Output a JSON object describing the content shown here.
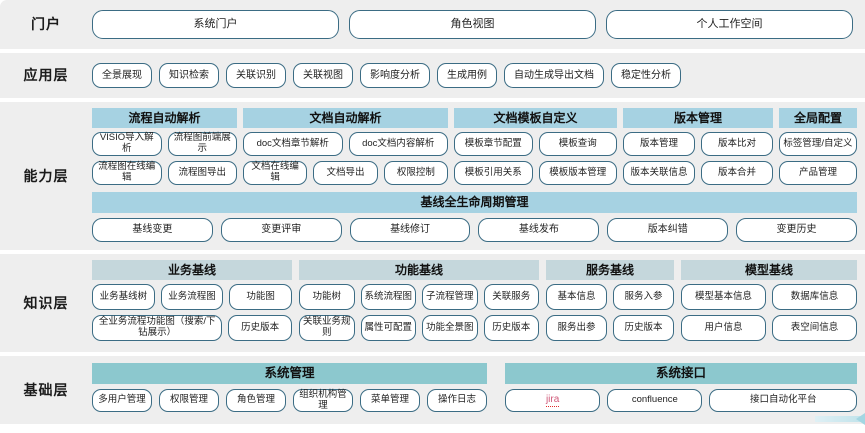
{
  "layers": {
    "portal": {
      "label": "门户",
      "items": [
        "系统门户",
        "角色视图",
        "个人工作空间"
      ]
    },
    "application": {
      "label": "应用层",
      "items": [
        "全景展现",
        "知识检索",
        "关联识别",
        "关联视图",
        "影响度分析",
        "生成用例",
        "自动生成导出文档",
        "稳定性分析"
      ]
    },
    "capability": {
      "label": "能力层",
      "groups": [
        {
          "title": "流程自动解析",
          "rows": [
            [
              "VISIO导入解析",
              "流程图前端展示"
            ],
            [
              "流程图在线编辑",
              "流程图导出"
            ]
          ]
        },
        {
          "title": "文档自动解析",
          "rows": [
            [
              "doc文档章节解析",
              "doc文档内容解析"
            ],
            [
              "文档在线编辑",
              "文档导出",
              "权限控制"
            ]
          ]
        },
        {
          "title": "文档模板自定义",
          "rows": [
            [
              "模板章节配置",
              "模板查询"
            ],
            [
              "模板引用关系",
              "模板版本管理"
            ]
          ]
        },
        {
          "title": "版本管理",
          "rows": [
            [
              "版本管理",
              "版本比对"
            ],
            [
              "版本关联信息",
              "版本合并"
            ]
          ]
        },
        {
          "title": "全局配置",
          "rows": [
            [
              "标签管理/自定义"
            ],
            [
              "产品管理"
            ]
          ]
        }
      ],
      "baseline": {
        "title": "基线全生命周期管理",
        "items": [
          "基线变更",
          "变更评审",
          "基线修订",
          "基线发布",
          "版本纠错",
          "变更历史"
        ]
      }
    },
    "knowledge": {
      "label": "知识层",
      "groups": [
        {
          "title": "业务基线",
          "rows": [
            [
              "业务基线树",
              "业务流程图",
              "功能图"
            ],
            [
              "全业务流程功能图（搜索/下钻展示）",
              "历史版本"
            ]
          ]
        },
        {
          "title": "功能基线",
          "rows": [
            [
              "功能树",
              "系统流程图",
              "子流程管理",
              "关联服务"
            ],
            [
              "关联业务规则",
              "属性可配置",
              "功能全景图",
              "历史版本"
            ]
          ]
        },
        {
          "title": "服务基线",
          "rows": [
            [
              "基本信息",
              "服务入参"
            ],
            [
              "服务出参",
              "历史版本"
            ]
          ]
        },
        {
          "title": "模型基线",
          "rows": [
            [
              "模型基本信息",
              "数据库信息"
            ],
            [
              "用户信息",
              "表空间信息"
            ]
          ]
        }
      ]
    },
    "base": {
      "label": "基础层",
      "groups": [
        {
          "title": "系统管理",
          "rows": [
            [
              "多用户管理",
              "权限管理",
              "角色管理",
              "组织机构管理",
              "菜单管理",
              "操作日志"
            ]
          ]
        },
        {
          "title": "系统接口",
          "rows": [
            [
              "jira",
              "confluence",
              "接口自动化平台"
            ]
          ]
        }
      ]
    }
  },
  "colors": {
    "row_background": "#eeeeee",
    "pill_border": "#3b6c84",
    "capability_header": "#a6d2e2",
    "knowledge_header": "#c5d7dc",
    "base_header": "#8cc8ce",
    "jira_text": "#d05a7a"
  }
}
